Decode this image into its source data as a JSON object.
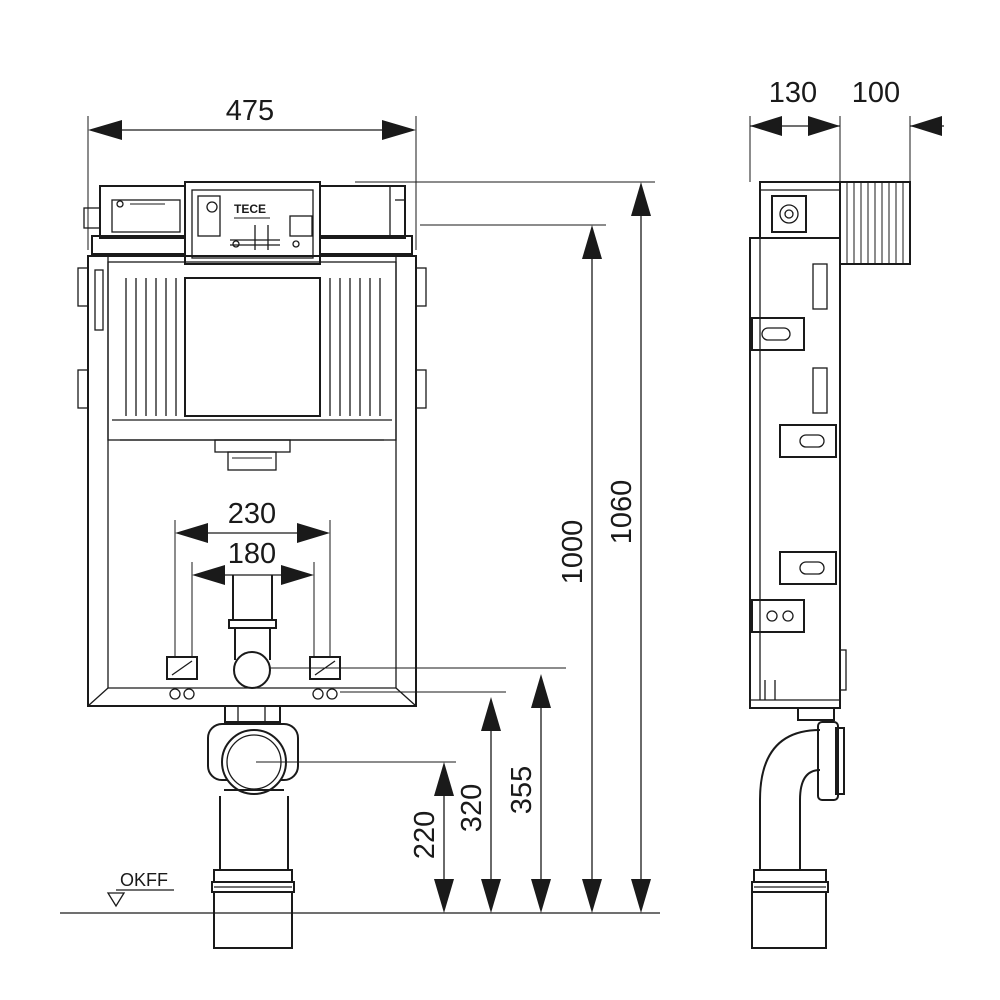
{
  "dimensions": {
    "width_front": "475",
    "depth_frame": "130",
    "depth_cistern": "100",
    "outlet_spacing_outer": "230",
    "outlet_spacing_inner": "180",
    "height_frame": "1000",
    "height_total": "1060",
    "height_inlet": "355",
    "height_fixing": "320",
    "height_drain": "220"
  },
  "floor_label": "OKFF",
  "brand_logo": "TECE"
}
